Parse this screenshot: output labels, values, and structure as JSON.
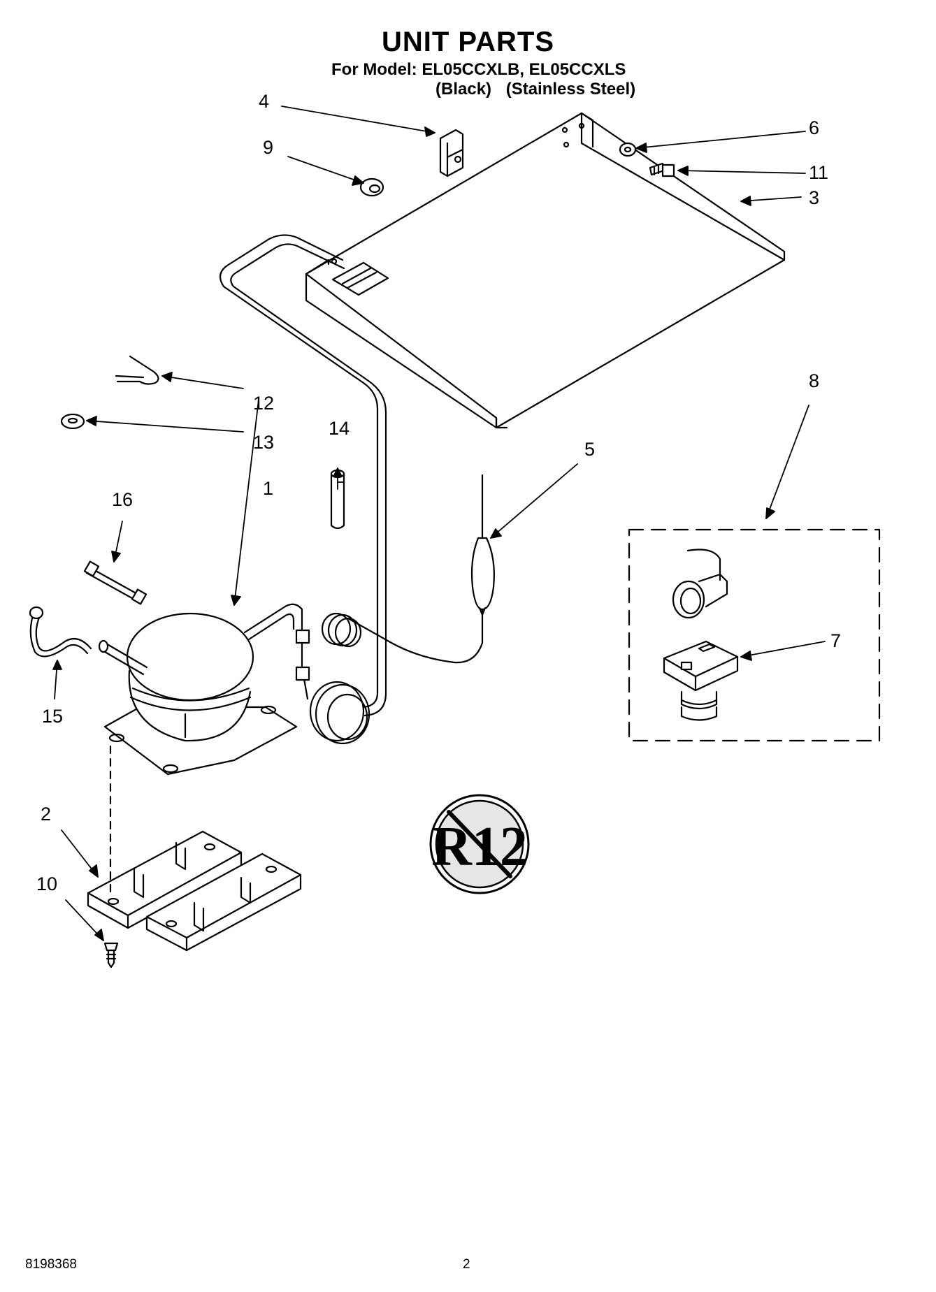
{
  "header": {
    "title": "UNIT PARTS",
    "subtitle": "For Model: EL05CCXLB, EL05CCXLS",
    "variants": [
      "(Black)",
      "(Stainless Steel)"
    ]
  },
  "callouts": {
    "c1": "1",
    "c2": "2",
    "c3": "3",
    "c4": "4",
    "c5": "5",
    "c6": "6",
    "c7": "7",
    "c8": "8",
    "c9": "9",
    "c10": "10",
    "c11": "11",
    "c12": "12",
    "c13": "13",
    "c14": "14",
    "c15": "15",
    "c16": "16"
  },
  "badge": {
    "text": "R12"
  },
  "footer": {
    "document_number": "8198368",
    "page_number": "2"
  }
}
